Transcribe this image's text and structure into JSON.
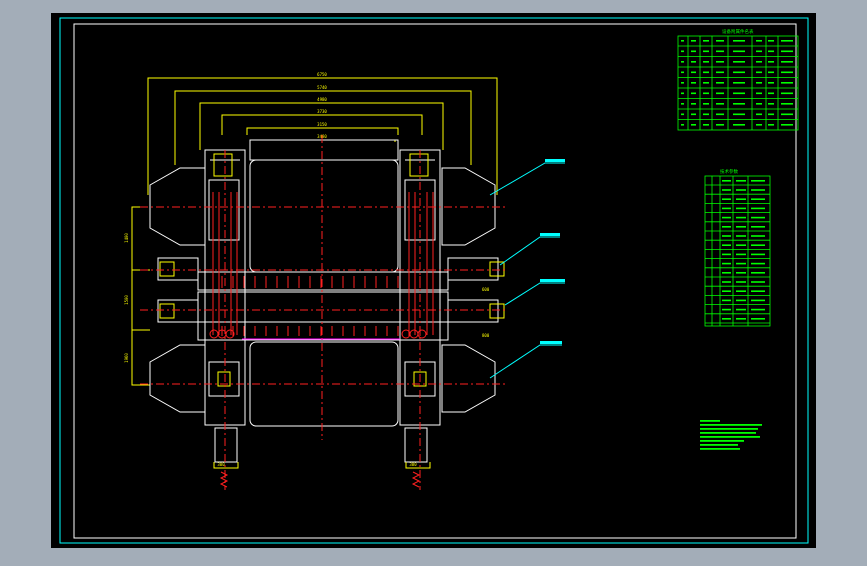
{
  "colors": {
    "window_bg": "#a3adb8",
    "canvas_bg": "#000000",
    "outline": "#ffffff",
    "yellow": "#ffff00",
    "cyan": "#00ffff",
    "red": "#ff2020",
    "green": "#00ff00",
    "magenta": "#ff00ff"
  },
  "dimensions": {
    "horizontal": [
      "6750",
      "5740",
      "4980",
      "3730",
      "3150",
      "3480"
    ],
    "vertical_left": [
      "1400",
      "1500",
      "1960"
    ],
    "lower_left": [
      "600",
      "800"
    ],
    "bottom": [
      "300",
      "300"
    ]
  },
  "parts_table": {
    "title": "设备附属件名表"
  },
  "tech_table": {
    "title": "技术参数"
  }
}
